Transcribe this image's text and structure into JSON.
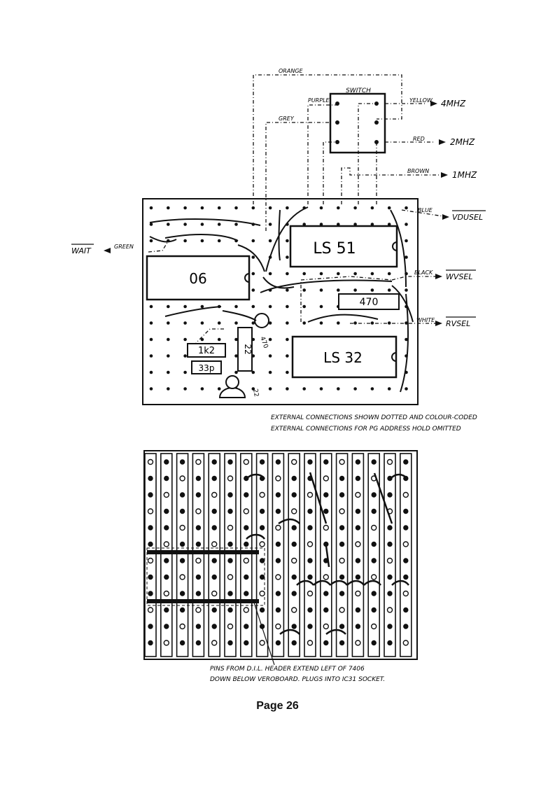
{
  "page_number": "Page 26",
  "switch_label": "SWITCH",
  "wire_colors": {
    "orange": "ORANGE",
    "purple": "PURPLE",
    "grey": "GREY",
    "yellow": "YELLOW",
    "red": "RED",
    "brown": "BROWN",
    "blue": "BLUE",
    "green": "GREEN",
    "black": "BLACK",
    "white": "WHITE"
  },
  "signals": {
    "mhz4": "4MHZ",
    "mhz2": "2MHZ",
    "mhz1": "1MHZ",
    "vdusel": "VDUSEL",
    "wvsel": "WVSEL",
    "rvsel": "RVSEL",
    "wait": "WAIT"
  },
  "components": {
    "ic_ls51": "LS 51",
    "ic_06": "06",
    "ic_ls32": "LS 32",
    "r_470": "470",
    "r_470_v": "470",
    "r_1k2": "1k2",
    "c_33p": "33p",
    "r_22": "22",
    "c_22": "22"
  },
  "notes": {
    "line1": "EXTERNAL CONNECTIONS SHOWN DOTTED AND COLOUR-CODED",
    "line2": "EXTERNAL CONNECTIONS FOR PG ADDRESS HOLD OMITTED",
    "bottom1": "PINS FROM D.I.L. HEADER EXTEND LEFT OF 7406",
    "bottom2": "DOWN BELOW VEROBOARD. PLUGS INTO IC31 SOCKET."
  }
}
